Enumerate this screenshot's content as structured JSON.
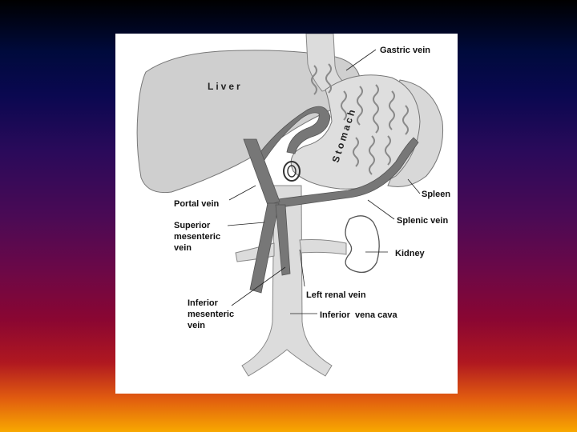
{
  "diagram": {
    "organs": {
      "liver": "Liver",
      "stomach": "Stomach"
    },
    "labels": {
      "gastric_vein": "Gastric vein",
      "spleen": "Spleen",
      "portal_vein": "Portal vein",
      "splenic_vein": "Splenic vein",
      "superior_mesenteric_vein": [
        "Superior",
        "mesenteric",
        "vein"
      ],
      "kidney": "Kidney",
      "left_renal_vein": "Left renal vein",
      "inferior_mesenteric_vein": [
        "Inferior",
        "mesenteric",
        "vein"
      ],
      "inferior_vena_cava": "Inferior  vena cava"
    }
  },
  "colors": {
    "organ_fill": "#cfcfcf",
    "vein_fill": "#777777",
    "cava_fill": "#dcdcdc",
    "background_top": "#000000",
    "background_bottom": "#f8a800"
  }
}
